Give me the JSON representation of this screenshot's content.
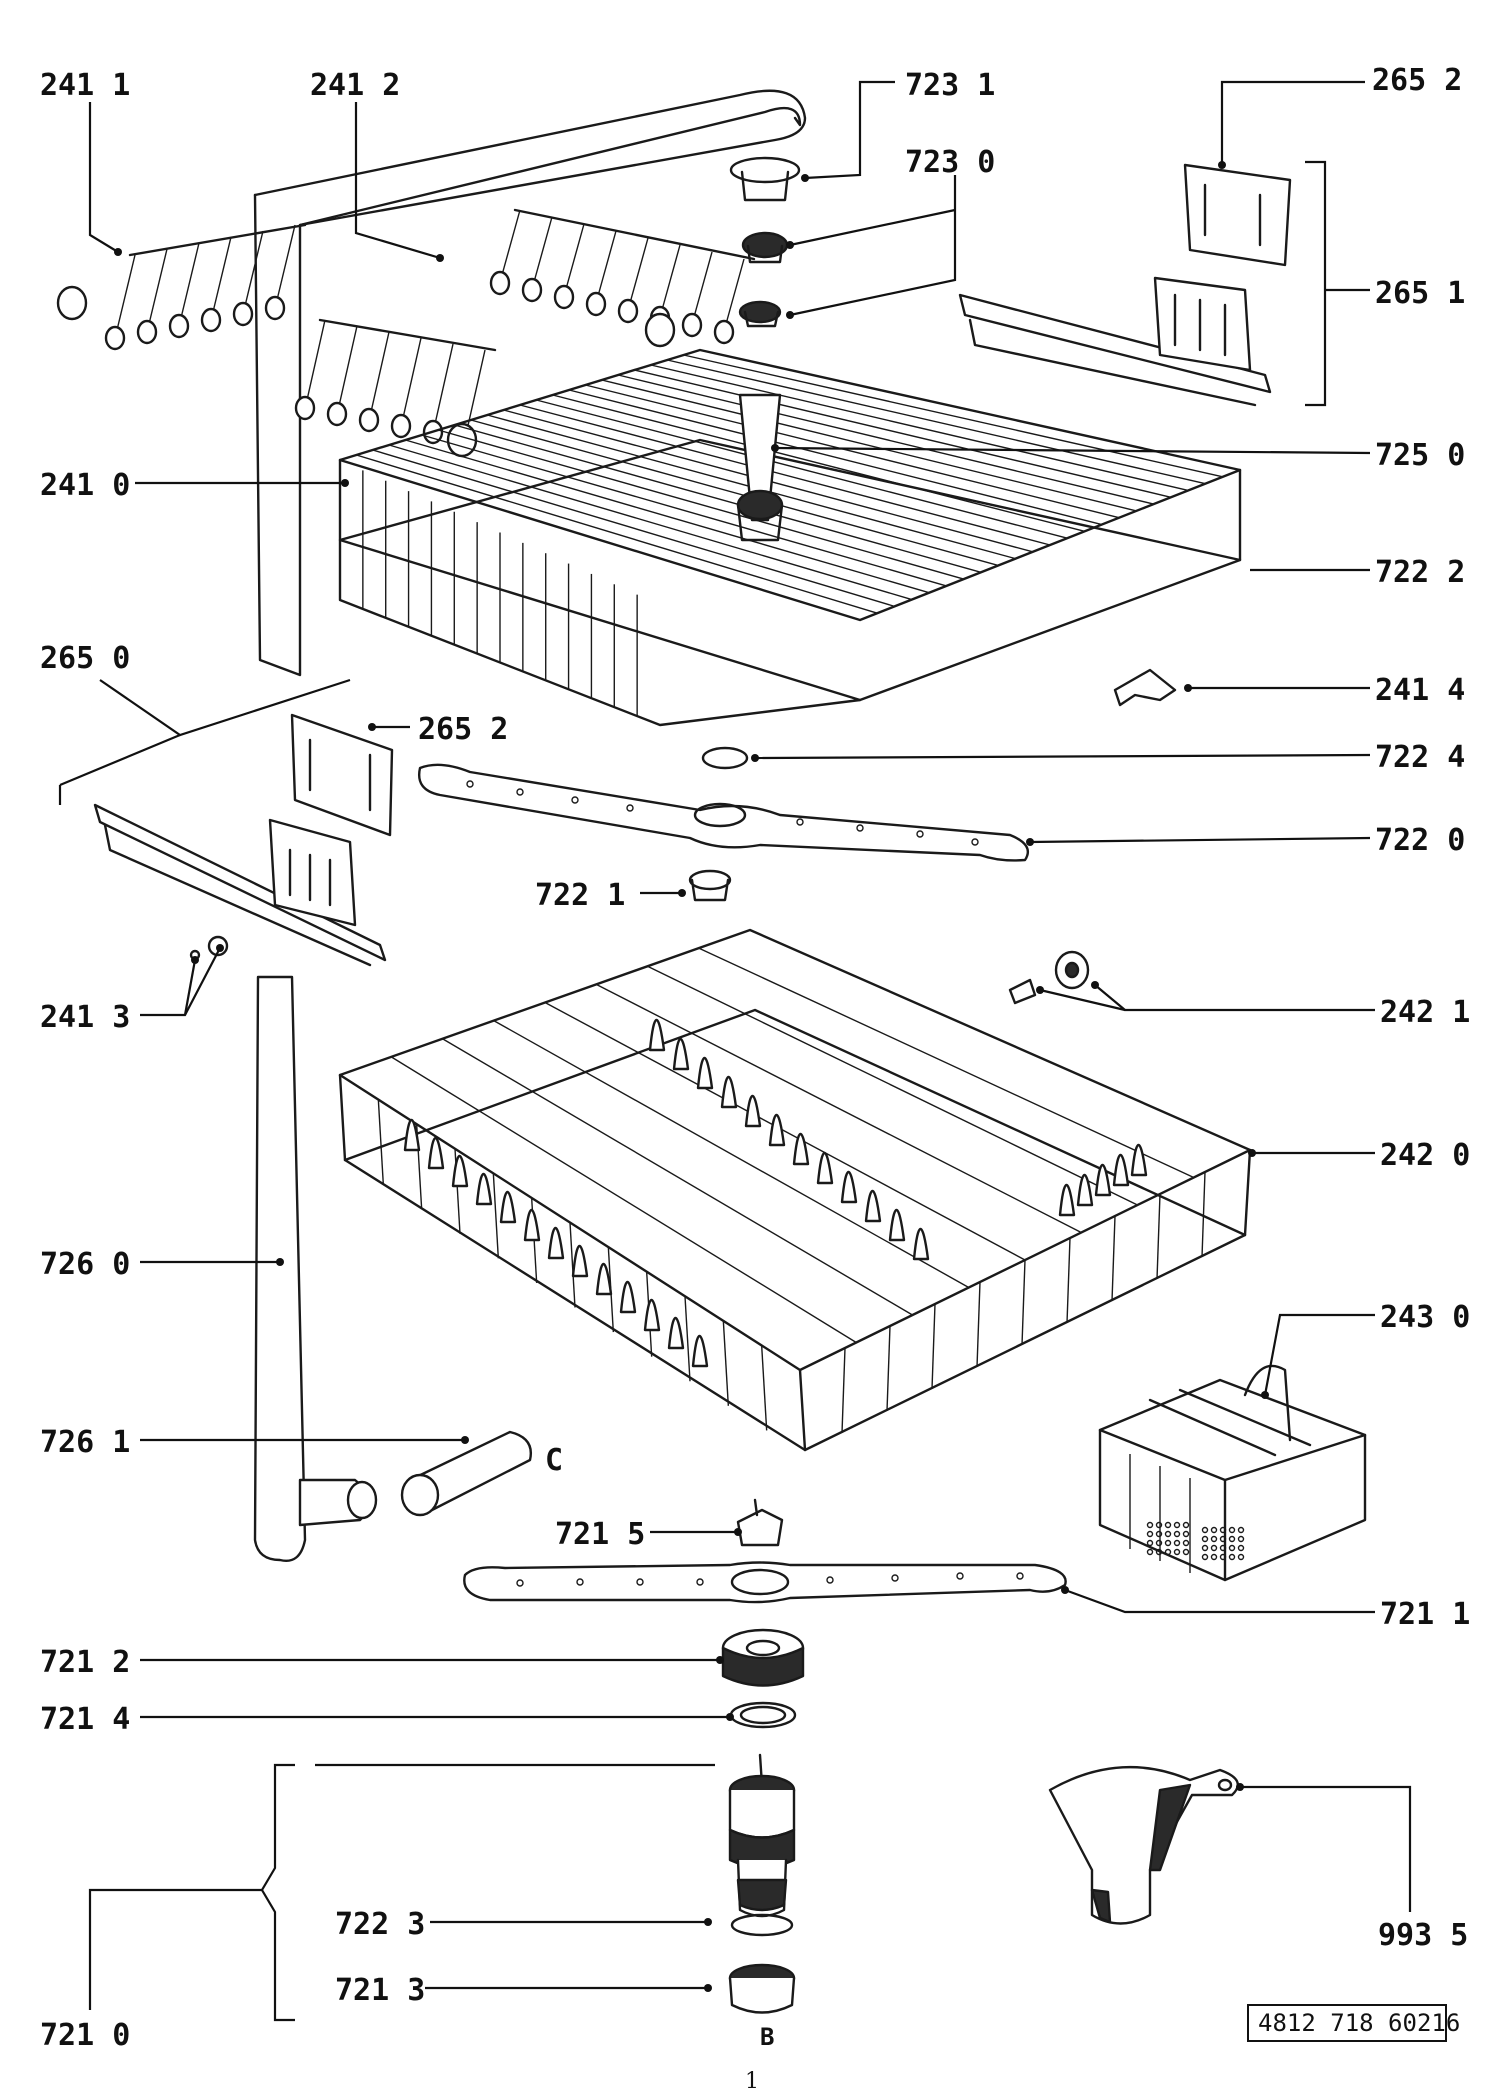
{
  "labels": [
    {
      "id": "241-1",
      "text": "241 1"
    },
    {
      "id": "241-2",
      "text": "241 2"
    },
    {
      "id": "723-1",
      "text": "723 1"
    },
    {
      "id": "723-0",
      "text": "723 0"
    },
    {
      "id": "265-2-top",
      "text": "265 2"
    },
    {
      "id": "265-1",
      "text": "265 1"
    },
    {
      "id": "241-0",
      "text": "241 0"
    },
    {
      "id": "725-0",
      "text": "725 0"
    },
    {
      "id": "722-2",
      "text": "722 2"
    },
    {
      "id": "265-0",
      "text": "265 0"
    },
    {
      "id": "265-2-mid",
      "text": "265 2"
    },
    {
      "id": "241-4",
      "text": "241 4"
    },
    {
      "id": "722-4",
      "text": "722 4"
    },
    {
      "id": "722-0",
      "text": "722 0"
    },
    {
      "id": "722-1",
      "text": "722 1"
    },
    {
      "id": "241-3",
      "text": "241 3"
    },
    {
      "id": "242-1",
      "text": "242 1"
    },
    {
      "id": "242-0",
      "text": "242 0"
    },
    {
      "id": "726-0",
      "text": "726 0"
    },
    {
      "id": "243-0",
      "text": "243 0"
    },
    {
      "id": "726-1",
      "text": "726 1"
    },
    {
      "id": "721-5",
      "text": "721 5"
    },
    {
      "id": "721-1",
      "text": "721 1"
    },
    {
      "id": "721-2",
      "text": "721 2"
    },
    {
      "id": "721-4",
      "text": "721 4"
    },
    {
      "id": "722-3",
      "text": "722 3"
    },
    {
      "id": "721-3",
      "text": "721 3"
    },
    {
      "id": "721-0",
      "text": "721 0"
    },
    {
      "id": "993-5",
      "text": "993 5"
    }
  ],
  "markers": {
    "c": "C",
    "b": "B"
  },
  "document_code": "4812 718 60216",
  "page_number": "1"
}
